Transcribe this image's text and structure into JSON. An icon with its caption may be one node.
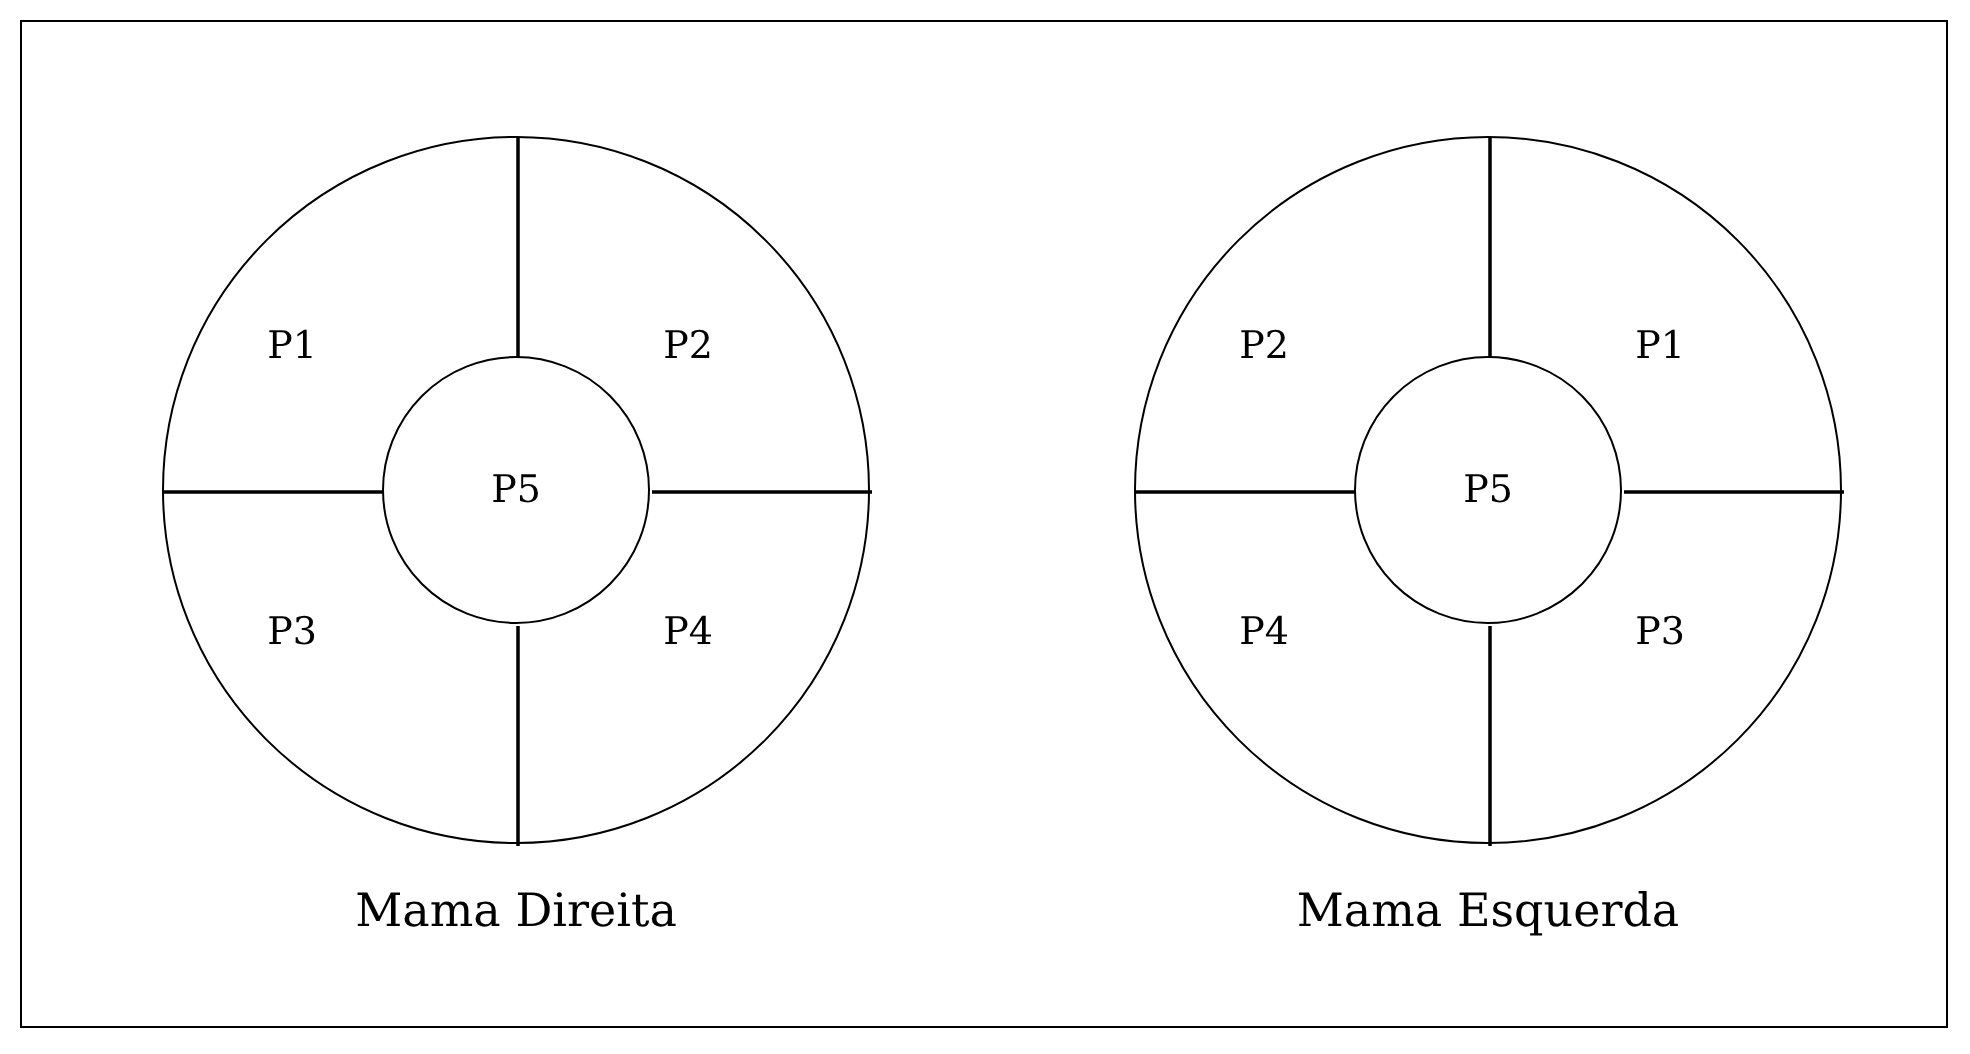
{
  "diagram": {
    "nodes": [
      {
        "text": [],
        "shape": "circle",
        "beside": [
          "Mama Direita"
        ]
      },
      {
        "text": [
          "P1"
        ],
        "in": 0
      },
      {
        "text": [
          "P2"
        ],
        "in": 0
      },
      {
        "text": [
          "P5"
        ],
        "in": 0
      },
      {
        "text": [
          "P3"
        ],
        "in": 0
      },
      {
        "text": [
          "P4"
        ],
        "in": 0
      },
      {
        "text": [],
        "shape": "circle",
        "beside": [
          "Mama Esquerda"
        ]
      },
      {
        "text": [
          "P2"
        ],
        "in": 6
      },
      {
        "text": [
          "P1"
        ],
        "in": 6
      },
      {
        "text": [
          "P5"
        ],
        "in": 6
      },
      {
        "text": [
          "P4"
        ],
        "in": 6
      },
      {
        "text": [
          "P3"
        ],
        "in": 6
      }
    ],
    "edges": []
  }
}
